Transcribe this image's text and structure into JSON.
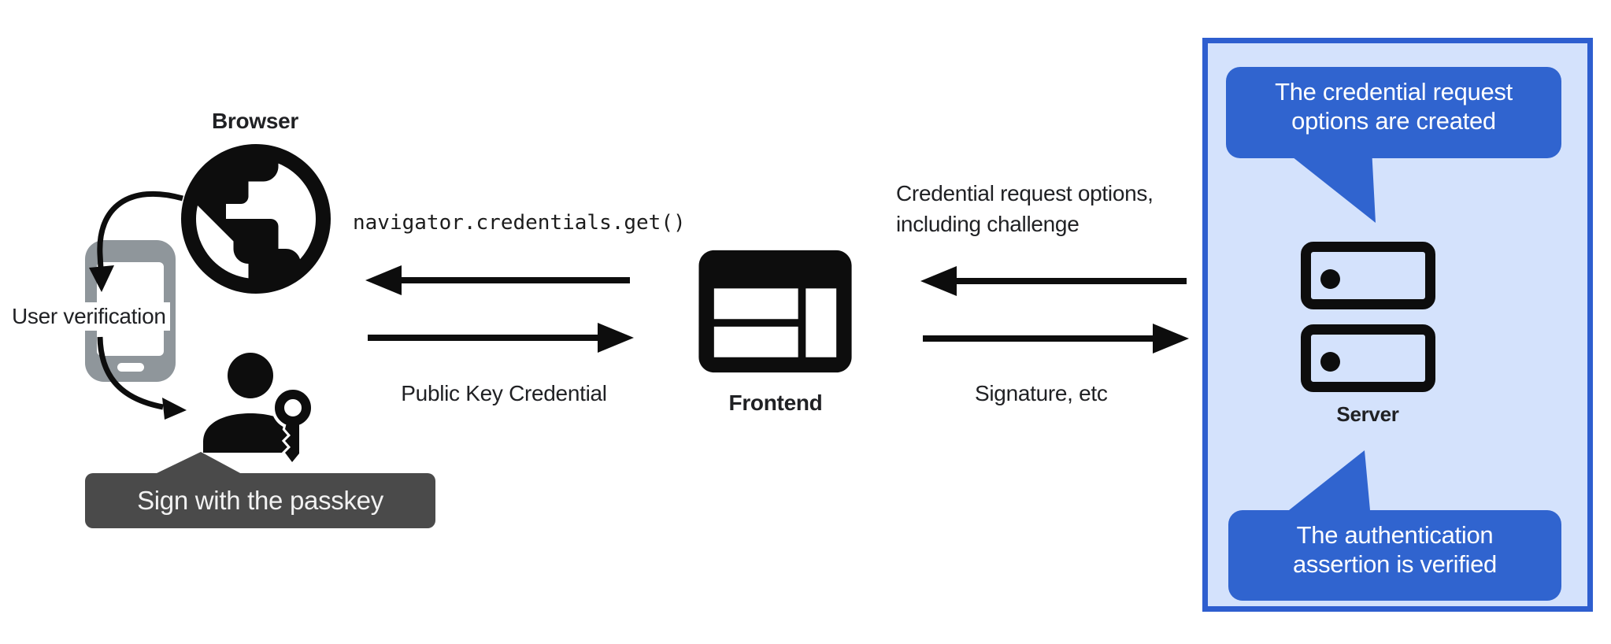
{
  "client": {
    "browser_label": "Browser",
    "user_verification_label": "User verification",
    "passkey_badge_label": "Sign with the passkey"
  },
  "frontend": {
    "label": "Frontend"
  },
  "server_panel": {
    "server_label": "Server",
    "bubble_top_line1": "The credential request",
    "bubble_top_line2": "options are created",
    "bubble_bottom_line1": "The authentication",
    "bubble_bottom_line2": "assertion is verified"
  },
  "messages": {
    "get_call": "navigator.credentials.get()",
    "public_key_credential": "Public Key Credential",
    "credential_request_line1": "Credential request options,",
    "credential_request_line2": "including challenge",
    "signature": "Signature, etc"
  },
  "colors": {
    "background": "#ffffff",
    "panel_fill": "#d4e2fc",
    "panel_border": "#2e5ecf",
    "bubble_fill": "#3064cf",
    "bubble_text": "#ffffff",
    "badge_fill": "#4a4a4a",
    "badge_text": "#f2f2f2",
    "icon_black": "#0d0d0d",
    "phone_gray": "#8f969b",
    "text_color": "#202124"
  }
}
